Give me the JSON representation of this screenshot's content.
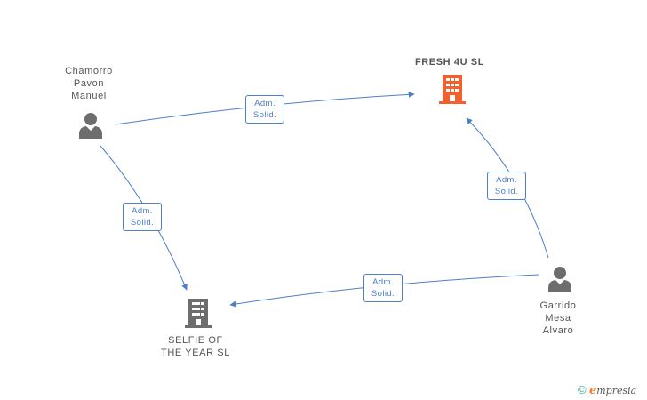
{
  "nodes": {
    "chamorro": {
      "name_lines": [
        "Chamorro",
        "Pavon",
        "Manuel"
      ],
      "icon": "person-icon"
    },
    "fresh": {
      "name_lines": [
        "FRESH 4U  SL"
      ],
      "icon": "building-icon"
    },
    "selfie": {
      "name_lines": [
        "SELFIE OF",
        "THE YEAR  SL"
      ],
      "icon": "building-icon"
    },
    "garrido": {
      "name_lines": [
        "Garrido",
        "Mesa",
        "Alvaro"
      ],
      "icon": "person-icon"
    }
  },
  "edges": [
    {
      "from": "chamorro",
      "to": "fresh",
      "label_lines": [
        "Adm.",
        "Solid."
      ]
    },
    {
      "from": "chamorro",
      "to": "selfie",
      "label_lines": [
        "Adm.",
        "Solid."
      ]
    },
    {
      "from": "garrido",
      "to": "fresh",
      "label_lines": [
        "Adm.",
        "Solid."
      ]
    },
    {
      "from": "garrido",
      "to": "selfie",
      "label_lines": [
        "Adm.",
        "Solid."
      ]
    }
  ],
  "colors": {
    "edge": "#4a7fc9",
    "person_icon": "#6d6d6d",
    "company_icon": "#6d6d6d",
    "highlight_company_icon": "#f0612f"
  },
  "footer": {
    "copyright": "©",
    "brand_initial": "e",
    "brand_rest": "mpresia"
  }
}
